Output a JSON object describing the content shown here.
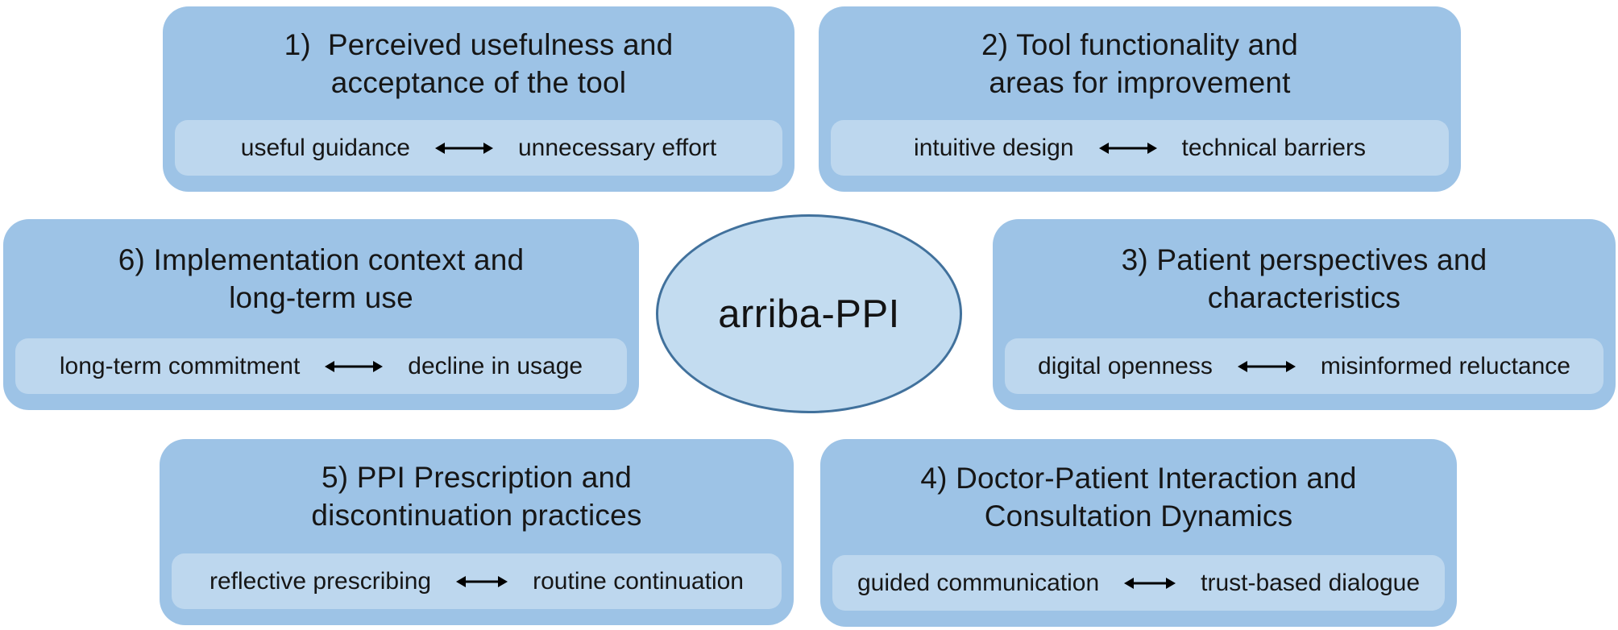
{
  "figure": {
    "center_label": "arriba-PPI"
  },
  "colors": {
    "theme_box_fill": "#9DC3E6",
    "spectrum_pill_fill": "#BDD7EE",
    "ellipse_fill": "#C3DCF0",
    "ellipse_border": "#41719C",
    "text": "#161616",
    "arrow": "#000000"
  },
  "themes": [
    {
      "title1": "1)  Perceived usefulness and",
      "title2": "acceptance of the tool",
      "left": "useful guidance",
      "right": "unnecessary effort"
    },
    {
      "title1": "2) Tool functionality and",
      "title2": "areas for improvement",
      "left": "intuitive design",
      "right": "technical barriers"
    },
    {
      "title1": "3) Patient perspectives and",
      "title2": "characteristics",
      "left": "digital openness",
      "right": "misinformed reluctance"
    },
    {
      "title1": "4) Doctor-Patient Interaction and",
      "title2": "Consultation Dynamics",
      "left": "guided communication",
      "right": "trust-based dialogue"
    },
    {
      "title1": "5) PPI Prescription and",
      "title2": "discontinuation practices",
      "left": "reflective prescribing",
      "right": "routine continuation"
    },
    {
      "title1": "6) Implementation context and",
      "title2": "long-term use",
      "left": "long-term commitment",
      "right": "decline in usage"
    }
  ]
}
